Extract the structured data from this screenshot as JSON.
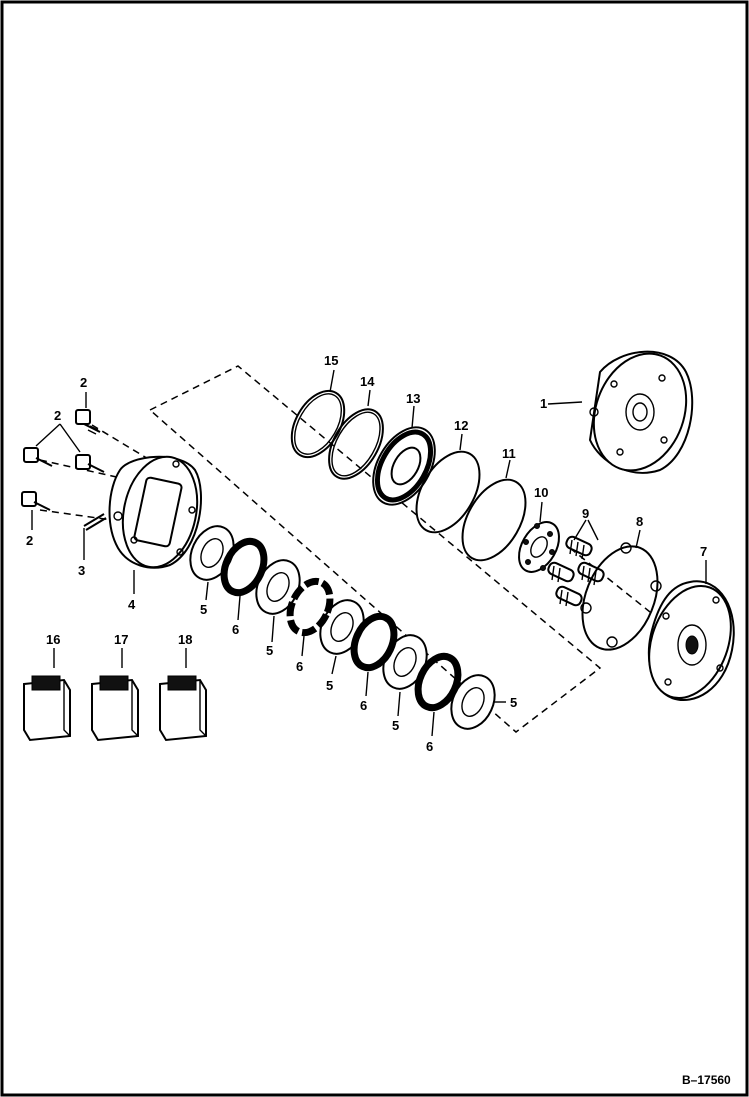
{
  "figure_id": "B–17560",
  "callouts": {
    "c1": "1",
    "c2a": "2",
    "c2b": "2",
    "c2c": "2",
    "c3": "3",
    "c4": "4",
    "c5a": "5",
    "c5b": "5",
    "c5c": "5",
    "c5d": "5",
    "c5e": "5",
    "c6a": "6",
    "c6b": "6",
    "c6c": "6",
    "c6d": "6",
    "c7": "7",
    "c8": "8",
    "c9": "9",
    "c10": "10",
    "c11": "11",
    "c12": "12",
    "c13": "13",
    "c14": "14",
    "c15": "15",
    "c16": "16",
    "c17": "17",
    "c18": "18"
  }
}
